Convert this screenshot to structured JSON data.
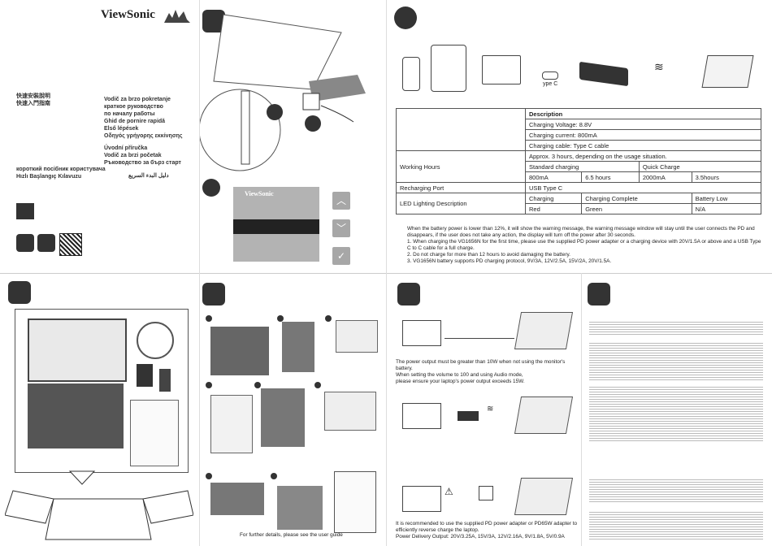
{
  "brand": {
    "name": "ViewSonic"
  },
  "languages_left": [
    "快速安裝說明",
    "快速入門指南"
  ],
  "languages_right": [
    "Vodič za brzo pokretanje",
    "краткое руководство",
    "по началу работы",
    "Ghid de pornire rapidă",
    "Első lépések",
    "Οδηγός γρήγορης εκκίνησης",
    "Úvodní příručka",
    "Vodič za brzi početak",
    "Ръководство за бърз старт"
  ],
  "languages_bottom": [
    "короткий посібник користувача",
    "Hızlı Başlangıç Kılavuzu"
  ],
  "languages_arabic": "دليل البدء السريع",
  "osd": {
    "brand": "ViewSonic"
  },
  "power_panel": {
    "cable_label": "ype C"
  },
  "spec_table": {
    "header": "Description",
    "rows": {
      "charging_voltage": "Charging Voltage: 8.8V",
      "charging_current": "Charging current: 800mA",
      "charging_cable": "Charging cable: Type C cable",
      "working_hours_label": "Working Hours",
      "working_hours_value": "Approx. 3 hours, depending on the usage situation.",
      "standard_charging": "Standard charging",
      "quick_charge": "Quick Charge",
      "std_current": "800mA",
      "std_hours": "6.5 hours",
      "quick_current": "2000mA",
      "quick_hours": "3.5hours",
      "recharging_port_label": "Recharging Port",
      "recharging_port_value": "USB Type C",
      "led_label": "LED Lighting Description",
      "led_h1": "Charging",
      "led_h2": "Charging Complete",
      "led_h3": "Battery Low",
      "led_v1": "Red",
      "led_v2": "Green",
      "led_v3": "N/A"
    }
  },
  "notes": {
    "intro": "When the battery power is lower than 12%, it will show the warning message, the warning message window will stay until the user connects the PD and disappears, if the user does not take any action, the display will turn off the power after 30 seconds.",
    "n1": "1. When charging the VG1656N for the first time, please use the supplied PD power adapter or a charging device with 20V/1.5A or above and a USB Type C to C cable for a full charge.",
    "n2": "2. Do not charge for more than 12 hours to avoid damaging the battery.",
    "n3": "3. VG1656N battery supports PD charging protocol, 9V/3A, 12V/2.5A, 15V/2A, 20V/1.5A."
  },
  "connection_panel": {
    "text1_l1": "The power output must be greater than 10W when not using the monitor's battery.",
    "text1_l2": "When setting the volume to 100 and using Audio mode,",
    "text1_l3": "please ensure your laptop's power output exceeds 15W.",
    "text2_l1": "It is recommended to use the supplied PD power adapter or PD65W adapter to",
    "text2_l2": "efficiently reverse charge the laptop.",
    "text2_l3": "Power Delivery Output: 20V/3.25A, 15V/3A, 12V/2.16A, 9V/1.8A, 5V/0.9A"
  },
  "setup_panel": {
    "footer": "For further details, please see the user guide"
  },
  "colors": {
    "dark": "#333333",
    "gray": "#b3b3b3",
    "osd_button": "#a7a7a7"
  }
}
